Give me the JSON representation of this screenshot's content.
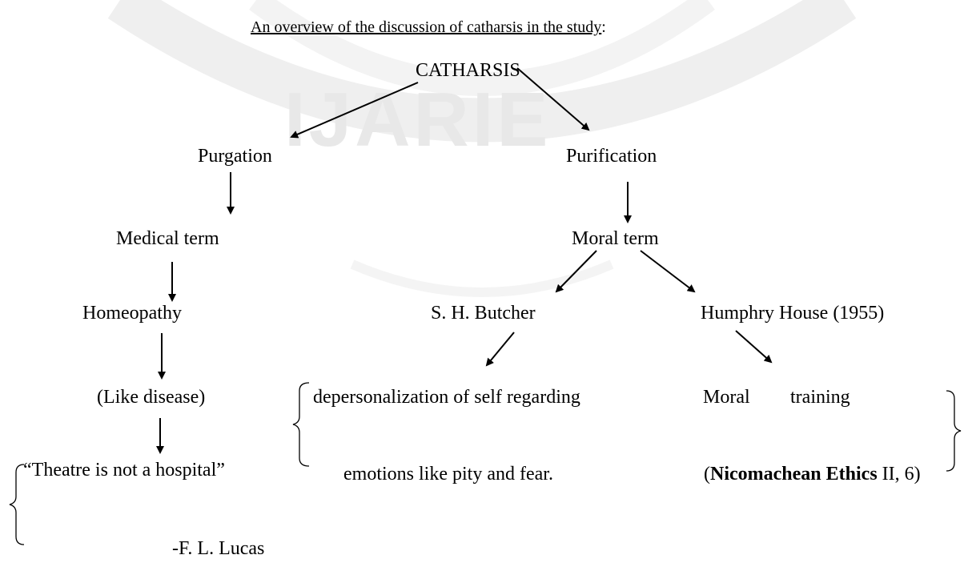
{
  "watermark": {
    "text": "IJARIE",
    "color": "#e8e8e8"
  },
  "title": "An overview of the discussion of catharsis in the study",
  "title_suffix": ":",
  "nodes": {
    "root": "CATHARSIS",
    "purgation": "Purgation",
    "purification": "Purification",
    "medical_term": "Medical term",
    "moral_term": "Moral term",
    "homeopathy": "Homeopathy",
    "like_disease": "(Like disease)",
    "theatre_quote": "“Theatre is not a hospital”",
    "lucas": "-F. L. Lucas",
    "butcher": "S. H. Butcher",
    "house": "Humphry House (1955)",
    "butcher_desc_line1": "depersonalization of self regarding",
    "butcher_desc_line2": "emotions like pity and fear.",
    "house_desc_word1": "Moral",
    "house_desc_word2": "training",
    "house_desc_open": "(",
    "house_desc_bold": "Nicomachean Ethics",
    "house_desc_rest": " II, 6)"
  }
}
